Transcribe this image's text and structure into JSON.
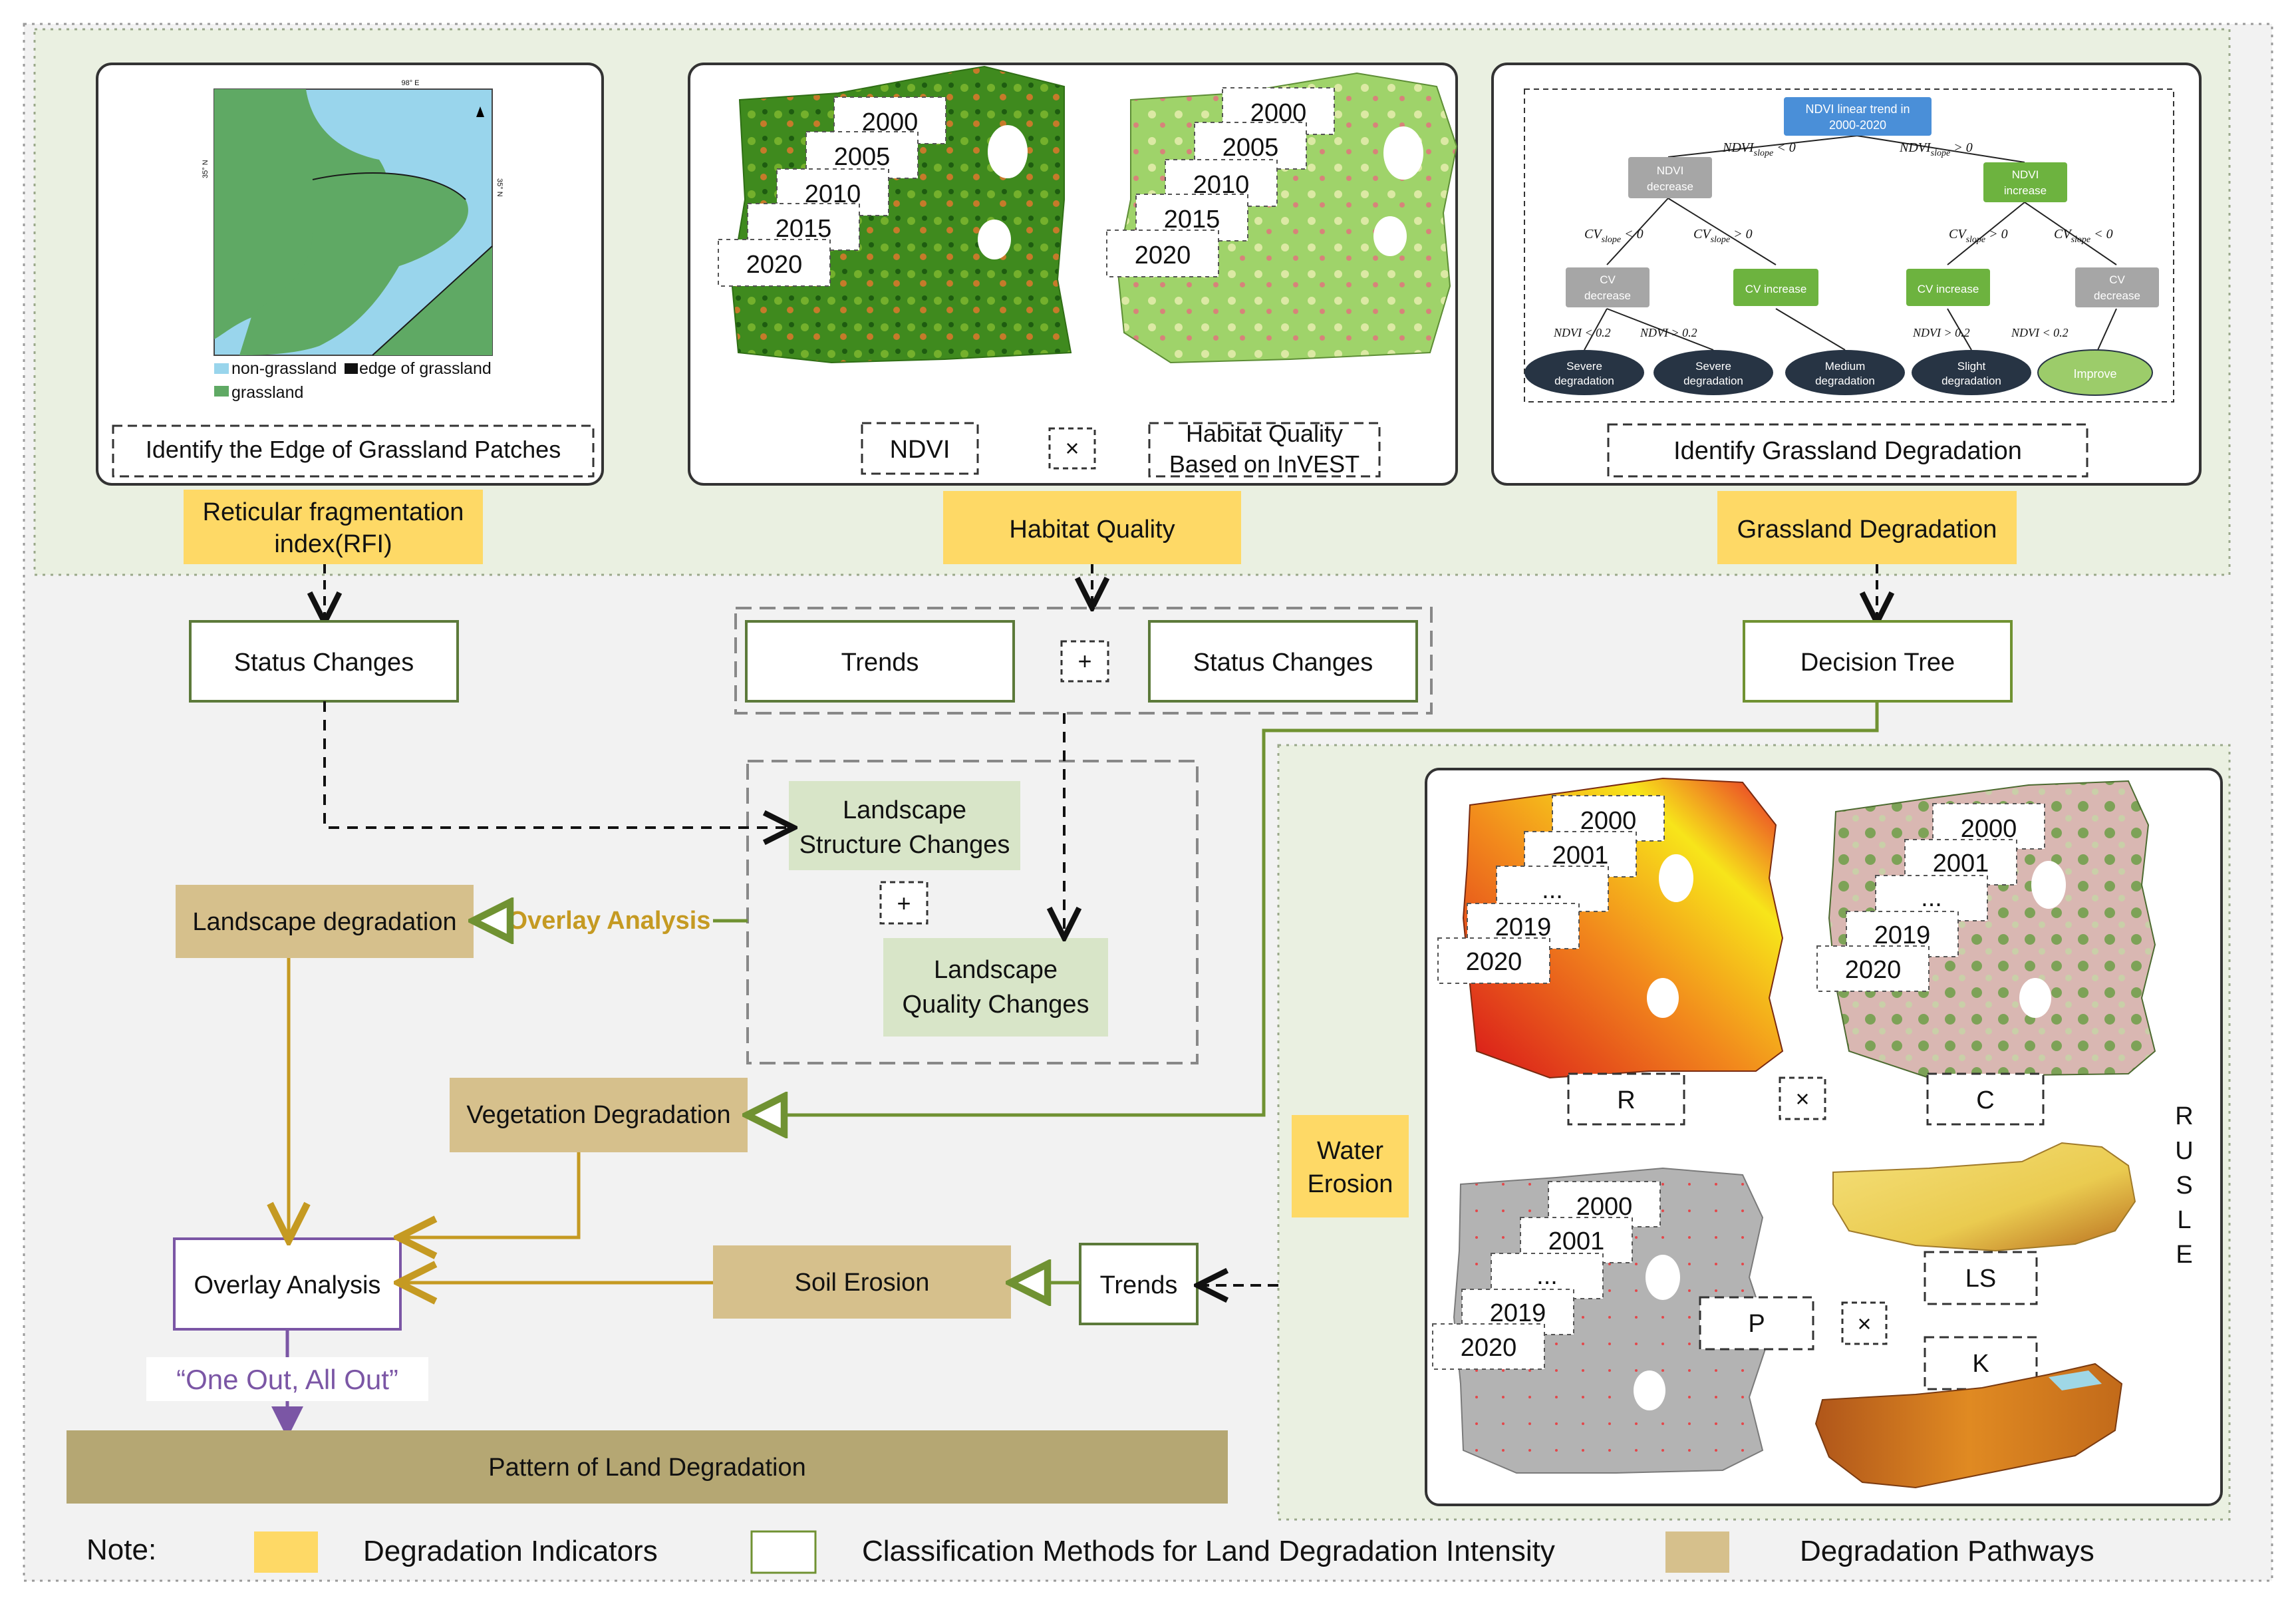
{
  "top_panels": {
    "rfi_panel": {
      "map_labels": {
        "north_tick": "98° E",
        "lat_left": "35° N",
        "lat_right": "35° N",
        "non_grassland": "non-grassland",
        "edge": "edge of grassland",
        "grassland": "grassland"
      },
      "caption": "Identify the Edge of Grassland Patches"
    },
    "habitat_panel": {
      "years_a": [
        "2000",
        "2005",
        "2010",
        "2015",
        "2020"
      ],
      "years_b": [
        "2000",
        "2005",
        "2010",
        "2015",
        "2020"
      ],
      "label_ndvi": "NDVI",
      "times": "×",
      "label_invest_1": "Habitat Quality",
      "label_invest_2": "Based on InVEST"
    },
    "degradation_panel": {
      "tree": {
        "root_1": "NDVI linear trend in",
        "root_2": "2000-2020",
        "edge_left": "NDVI",
        "edge_left_sub": "slope",
        "edge_left_cond": " < 0",
        "edge_right": "NDVI",
        "edge_right_sub": "slope",
        "edge_right_cond": " > 0",
        "ndvi_dec_1": "NDVI",
        "ndvi_dec_2": "decrease",
        "ndvi_inc_1": "NDVI",
        "ndvi_inc_2": "increase",
        "cv_l1": "CV",
        "cv_l1_sub": "slope",
        "cv_l1_cond": " < 0",
        "cv_l2": "CV",
        "cv_l2_sub": "slope",
        "cv_l2_cond": " > 0",
        "cv_r1": "CV",
        "cv_r1_sub": "slope",
        "cv_r1_cond": " > 0",
        "cv_r2": "CV",
        "cv_r2_sub": "slope",
        "cv_r2_cond": " < 0",
        "cv_dec_1": "CV",
        "cv_dec_2": "decrease",
        "cv_inc_a": "CV increase",
        "cv_inc_b": "CV increase",
        "cv_dec_b1": "CV",
        "cv_dec_b2": "decrease",
        "th1": "NDVI < 0.2",
        "th2": "NDVI > 0.2",
        "th3": "NDVI > 0.2",
        "th4": "NDVI < 0.2",
        "leaf1_1": "Severe",
        "leaf1_2": "degradation",
        "leaf2_1": "Severe",
        "leaf2_2": "degradation",
        "leaf3_1": "Medium",
        "leaf3_2": "degradation",
        "leaf4_1": "Slight",
        "leaf4_2": "degradation",
        "leaf5": "Improve"
      },
      "caption": "Identify Grassland Degradation"
    }
  },
  "indicators": {
    "rfi_1": "Reticular fragmentation",
    "rfi_2": "index(RFI)",
    "habitat": "Habitat Quality",
    "grassland": "Grassland Degradation",
    "water_1": "Water",
    "water_2": "Erosion"
  },
  "methods": {
    "status_changes_left": "Status Changes",
    "trends_mid": "Trends",
    "plus": "+",
    "status_changes_mid": "Status Changes",
    "decision_tree": "Decision Tree",
    "trends_erosion": "Trends",
    "overlay_box": "Overlay Analysis"
  },
  "landscape": {
    "structure_1": "Landscape",
    "structure_2": "Structure Changes",
    "plus": "+",
    "quality_1": "Landscape",
    "quality_2": "Quality Changes"
  },
  "pathways": {
    "landscape_degradation": "Landscape degradation",
    "overlay_arrow_label": "Overlay Analysis",
    "vegetation_degradation": "Vegetation Degradation",
    "soil_erosion": "Soil Erosion",
    "one_out": "“One Out, All Out”",
    "pattern": "Pattern of Land Degradation"
  },
  "rusle": {
    "years_r": [
      "2000",
      "2001",
      "...",
      "2019",
      "2020"
    ],
    "years_c": [
      "2000",
      "2001",
      "...",
      "2019",
      "2020"
    ],
    "years_p": [
      "2000",
      "2001",
      "...",
      "2019",
      "2020"
    ],
    "r": "R",
    "c": "C",
    "p": "P",
    "ls": "LS",
    "k": "K",
    "times": "×",
    "vertical": [
      "R",
      "U",
      "S",
      "L",
      "E"
    ]
  },
  "legend": {
    "note": "Note:",
    "indicators": "Degradation Indicators",
    "methods": "Classification Methods for Land Degradation Intensity",
    "pathways": "Degradation Pathways"
  },
  "colors": {
    "indicator": "#fed966",
    "pathway": "#d6c08c",
    "pattern": "#b5a773",
    "landscape_box": "#d8e5c8",
    "green_arrow": "#709232",
    "gold_arrow": "#c59a22",
    "purple": "#7b56a5",
    "panel_bg": "#eaf0e1"
  }
}
